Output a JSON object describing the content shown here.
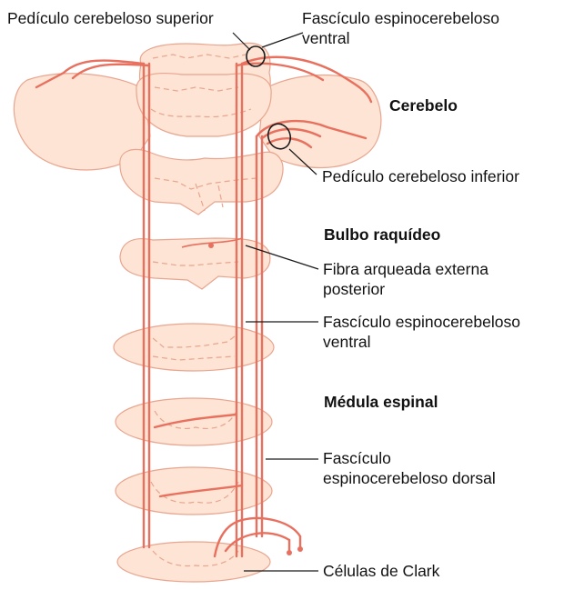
{
  "colors": {
    "tissue_fill": "#fde4d4",
    "tissue_stroke": "#e8a58f",
    "fiber": "#e8705f",
    "nucleus": "#f3b27a",
    "leader": "#1a1a1a",
    "text": "#111111"
  },
  "labels": {
    "sup_peduncle": "Pedículo cerebeloso superior",
    "vsct_top_1": "Fascículo espinocerebeloso",
    "vsct_top_2": "ventral",
    "cerebellum": "Cerebelo",
    "inf_peduncle": "Pedículo cerebeloso inferior",
    "medulla": "Bulbo raquídeo",
    "arcuate_1": "Fibra arqueada externa",
    "arcuate_2": "posterior",
    "vsct_mid_1": "Fascículo espinocerebeloso",
    "vsct_mid_2": "ventral",
    "spinal_cord": "Médula espinal",
    "dsct_1": "Fascículo",
    "dsct_2": "espinocerebeloso dorsal",
    "clark": "Células de Clark"
  }
}
